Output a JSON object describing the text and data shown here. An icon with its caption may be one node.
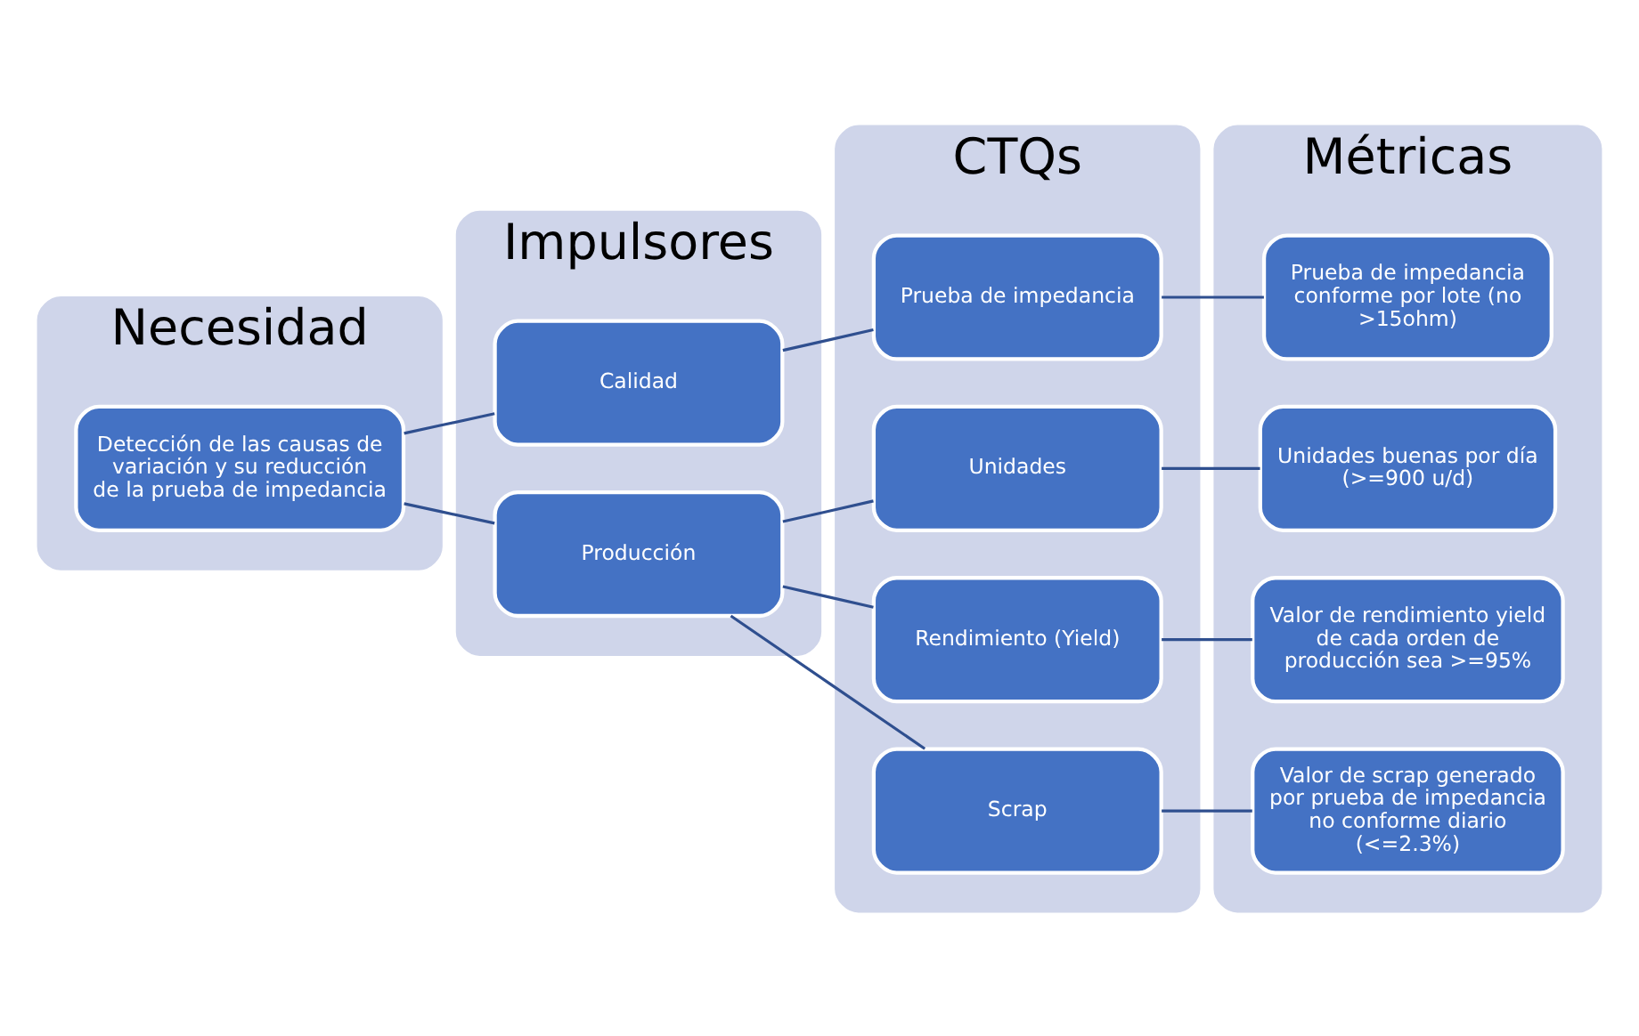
{
  "diagram": {
    "nodes": [
      {
        "text": [
          "Necesidad"
        ]
      },
      {
        "text": [
          "Detección de las causas de variación y su reducción de la prueba de impedancia"
        ],
        "in": 0
      },
      {
        "text": [
          "Impulsores"
        ]
      },
      {
        "text": [
          "Calidad"
        ],
        "in": 2
      },
      {
        "text": [
          "Producción"
        ],
        "in": 2
      },
      {
        "text": [
          "CTQs"
        ]
      },
      {
        "text": [
          "Prueba de impedancia"
        ],
        "in": 5
      },
      {
        "text": [
          "Unidades"
        ],
        "in": 5
      },
      {
        "text": [
          "Rendimiento (Yield)"
        ],
        "in": 5
      },
      {
        "text": [
          "Scrap"
        ],
        "in": 5
      },
      {
        "text": [
          "Métricas"
        ]
      },
      {
        "text": [
          "Prueba de impedancia conforme por lote (no >15ohm)"
        ],
        "in": 10
      },
      {
        "text": [
          "Unidades buenas por día (>=900 u/d)"
        ],
        "in": 10
      },
      {
        "text": [
          "Valor de rendimiento yield de cada orden de producción sea >=95%"
        ],
        "in": 10
      },
      {
        "text": [
          "Valor de scrap generado por prueba de impedancia no conforme diario (<=2.3%)"
        ],
        "in": 10
      }
    ],
    "edges": [
      {
        "from": 1,
        "to": 3,
        "arrow": "none"
      },
      {
        "from": 1,
        "to": 4,
        "arrow": "none"
      },
      {
        "from": 3,
        "to": 6,
        "arrow": "none"
      },
      {
        "from": 4,
        "to": 7,
        "arrow": "none"
      },
      {
        "from": 4,
        "to": 8,
        "arrow": "none"
      },
      {
        "from": 4,
        "to": 9,
        "arrow": "none"
      },
      {
        "from": 6,
        "to": 11,
        "arrow": "none"
      },
      {
        "from": 7,
        "to": 12,
        "arrow": "none"
      },
      {
        "from": 8,
        "to": 13,
        "arrow": "none"
      },
      {
        "from": 9,
        "to": 14,
        "arrow": "none"
      }
    ]
  }
}
